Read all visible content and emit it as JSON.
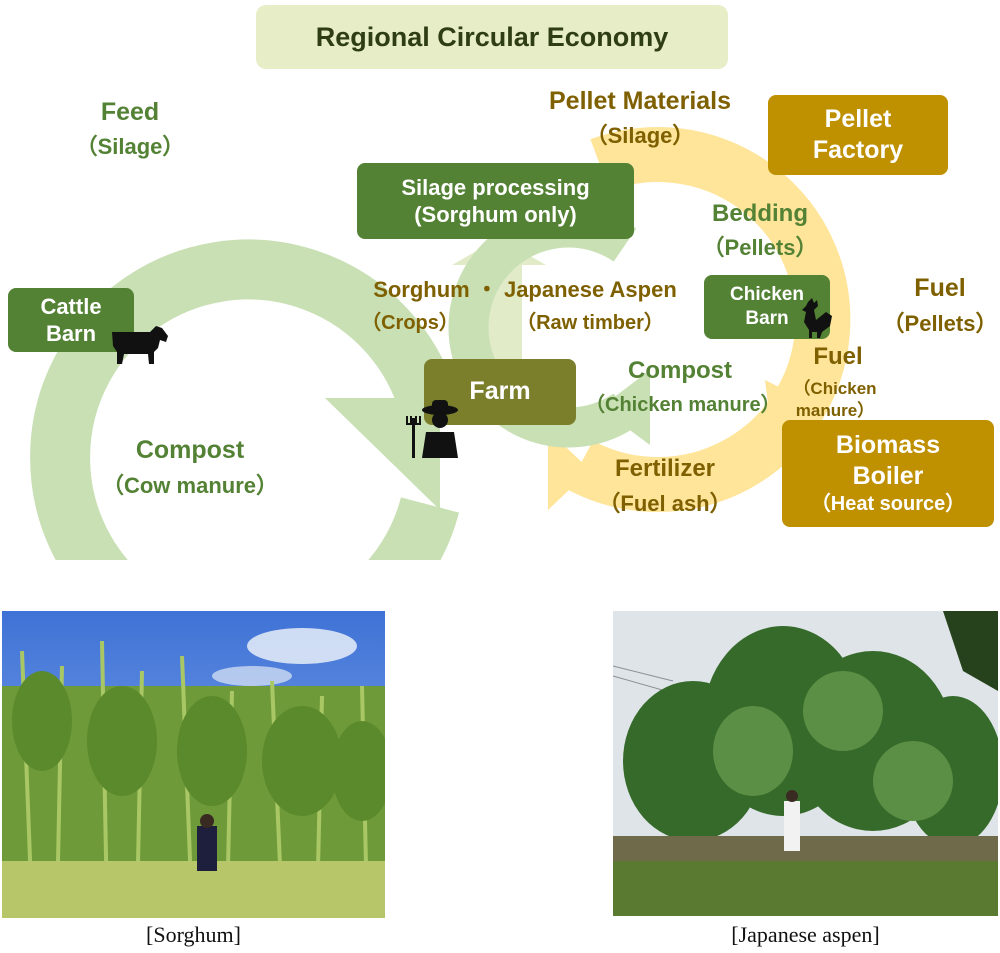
{
  "title": "Regional Circular Economy",
  "boxes": {
    "cattle_barn": "Cattle\nBarn",
    "silage_processing": "Silage processing\n(Sorghum only)",
    "farm": "Farm",
    "chicken_barn": "Chicken\nBarn",
    "pellet_factory": "Pellet\nFactory",
    "biomass_boiler": "Biomass\nBoiler",
    "biomass_boiler_sub": "（Heat source）"
  },
  "labels": {
    "feed": "Feed",
    "feed_sub": "（Silage）",
    "compost_cow": "Compost",
    "compost_cow_sub": "（Cow manure）",
    "sorghum_aspen": "Sorghum ・ Japanese Aspen",
    "crops": "（Crops）",
    "raw_timber": "（Raw timber）",
    "pellet_materials": "Pellet Materials",
    "pellet_materials_sub": "（Silage）",
    "bedding": "Bedding",
    "bedding_sub": "（Pellets）",
    "fuel_pellets": "Fuel",
    "fuel_pellets_sub": "（Pellets）",
    "fuel_chicken": "Fuel",
    "fuel_chicken_sub": "（Chicken\nmanure）",
    "compost_chicken": "Compost",
    "compost_chicken_sub": "（Chicken manure）",
    "fertilizer": "Fertilizer",
    "fertilizer_sub": "（Fuel ash）"
  },
  "photos": {
    "sorghum_caption": "[Sorghum]",
    "aspen_caption": "[Japanese aspen]"
  },
  "icons": [
    "cow-icon",
    "rooster-icon",
    "farmer-icon"
  ],
  "colors": {
    "light_green_loop": "#c8e0b4",
    "yellow_loop": "#ffe59a",
    "green_box": "#548235",
    "olive_box": "#7b7f2b",
    "gold_box": "#bf9000",
    "title_bg": "#e7edc6"
  }
}
